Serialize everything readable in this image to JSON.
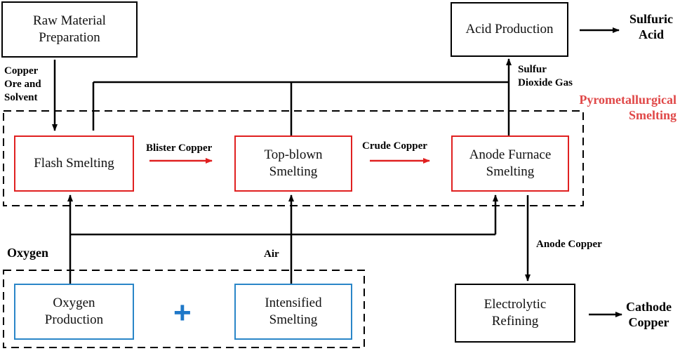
{
  "boxes": {
    "raw_material": "Raw Material\nPreparation",
    "acid_production": "Acid Production",
    "flash_smelting": "Flash Smelting",
    "top_blown": "Top-blown\nSmelting",
    "anode_furnace": "Anode Furnace\nSmelting",
    "oxygen_production": "Oxygen\nProduction",
    "intensified_smelting": "Intensified\nSmelting",
    "electrolytic_refining": "Electrolytic\nRefining"
  },
  "labels": {
    "copper_ore": "Copper\nOre and\nSolvent",
    "sulfur_dioxide": "Sulfur\nDioxide Gas",
    "sulfuric_acid": "Sulfuric\nAcid",
    "pyrometallurgical": "Pyrometallurgical\nSmelting",
    "blister_copper": "Blister Copper",
    "crude_copper": "Crude Copper",
    "oxygen": "Oxygen",
    "air": "Air",
    "anode_copper": "Anode Copper",
    "cathode_copper": "Cathode\nCopper",
    "plus": "+"
  },
  "colors": {
    "black": "#000000",
    "red": "#e02020",
    "blue": "#2a86c8",
    "highlight_text": "#e04848"
  }
}
